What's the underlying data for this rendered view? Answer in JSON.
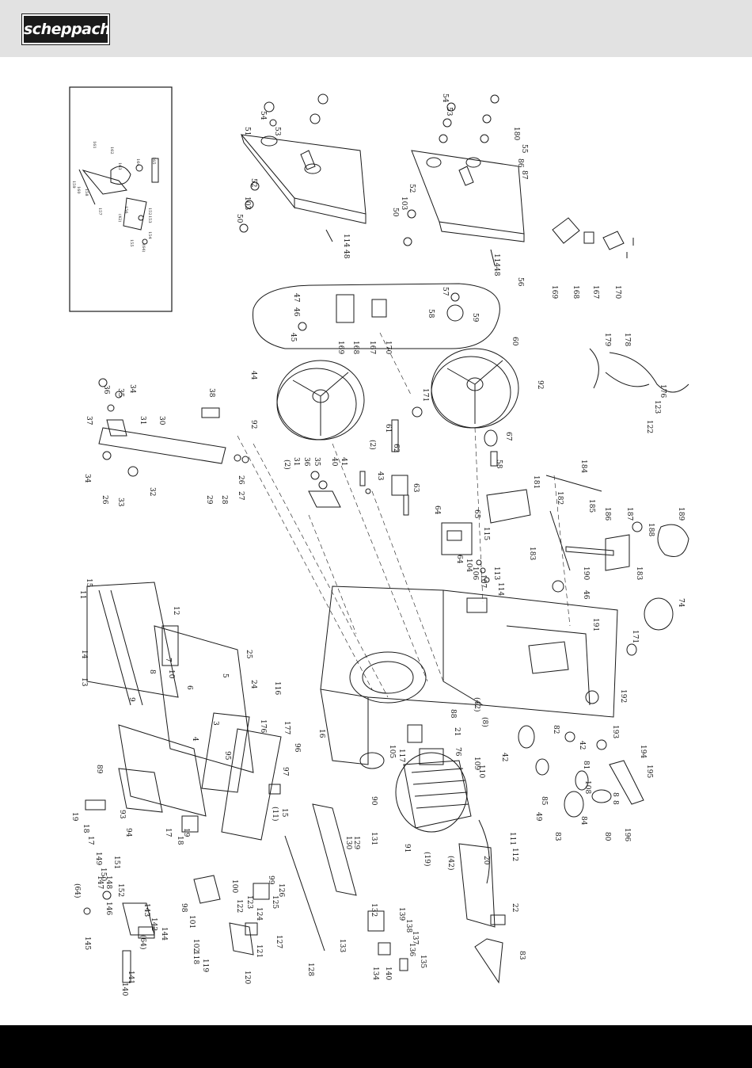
{
  "brand": {
    "logo_text": "scheppach",
    "header_color": "#e2e2e2",
    "footer_color": "#000000"
  },
  "diagram": {
    "inset_labels": [
      "161",
      "162",
      "163",
      "164",
      "165",
      "159",
      "160",
      "158",
      "156",
      "157",
      "152",
      "153",
      "154",
      "155",
      "(42)",
      "(64)"
    ],
    "part_labels": [
      {
        "t": "54"
      },
      {
        "t": "53"
      },
      {
        "t": "51"
      },
      {
        "t": "52"
      },
      {
        "t": "103"
      },
      {
        "t": "50"
      },
      {
        "t": "114"
      },
      {
        "t": "48"
      },
      {
        "t": "54"
      },
      {
        "t": "53"
      },
      {
        "t": "180"
      },
      {
        "t": "55"
      },
      {
        "t": "86"
      },
      {
        "t": "87"
      },
      {
        "t": "52"
      },
      {
        "t": "103"
      },
      {
        "t": "50"
      },
      {
        "t": "114"
      },
      {
        "t": "48"
      },
      {
        "t": "56"
      },
      {
        "t": "47"
      },
      {
        "t": "46"
      },
      {
        "t": "45"
      },
      {
        "t": "169"
      },
      {
        "t": "168"
      },
      {
        "t": "167"
      },
      {
        "t": "170"
      },
      {
        "t": "57"
      },
      {
        "t": "58"
      },
      {
        "t": "59"
      },
      {
        "t": "169"
      },
      {
        "t": "168"
      },
      {
        "t": "167"
      },
      {
        "t": "170"
      },
      {
        "t": "179"
      },
      {
        "t": "178"
      },
      {
        "t": "176"
      },
      {
        "t": "123"
      },
      {
        "t": "122"
      },
      {
        "t": "44"
      },
      {
        "t": "92"
      },
      {
        "t": "60"
      },
      {
        "t": "92"
      },
      {
        "t": "171"
      },
      {
        "t": "61"
      },
      {
        "t": "62"
      },
      {
        "t": "58"
      },
      {
        "t": "67"
      },
      {
        "t": "36"
      },
      {
        "t": "35"
      },
      {
        "t": "34"
      },
      {
        "t": "37"
      },
      {
        "t": "31"
      },
      {
        "t": "30"
      },
      {
        "t": "38"
      },
      {
        "t": "34"
      },
      {
        "t": "26"
      },
      {
        "t": "33"
      },
      {
        "t": "32"
      },
      {
        "t": "29"
      },
      {
        "t": "28"
      },
      {
        "t": "27"
      },
      {
        "t": "26"
      },
      {
        "t": "(2)"
      },
      {
        "t": "31"
      },
      {
        "t": "36"
      },
      {
        "t": "35"
      },
      {
        "t": "40"
      },
      {
        "t": "41"
      },
      {
        "t": "(2)"
      },
      {
        "t": "43"
      },
      {
        "t": "63"
      },
      {
        "t": "181"
      },
      {
        "t": "184"
      },
      {
        "t": "182"
      },
      {
        "t": "185"
      },
      {
        "t": "186"
      },
      {
        "t": "187"
      },
      {
        "t": "188"
      },
      {
        "t": "189"
      },
      {
        "t": "183"
      },
      {
        "t": "190"
      },
      {
        "t": "46"
      },
      {
        "t": "183"
      },
      {
        "t": "64"
      },
      {
        "t": "65"
      },
      {
        "t": "115"
      },
      {
        "t": "113"
      },
      {
        "t": "114"
      },
      {
        "t": "64"
      },
      {
        "t": "104"
      },
      {
        "t": "106"
      },
      {
        "t": "107"
      },
      {
        "t": "15"
      },
      {
        "t": "11"
      },
      {
        "t": "12"
      },
      {
        "t": "14"
      },
      {
        "t": "13"
      },
      {
        "t": "7"
      },
      {
        "t": "8"
      },
      {
        "t": "9"
      },
      {
        "t": "10"
      },
      {
        "t": "6"
      },
      {
        "t": "5"
      },
      {
        "t": "3"
      },
      {
        "t": "4"
      },
      {
        "t": "25"
      },
      {
        "t": "24"
      },
      {
        "t": "116"
      },
      {
        "t": "16"
      },
      {
        "t": "191"
      },
      {
        "t": "74"
      },
      {
        "t": "171"
      },
      {
        "t": "192"
      },
      {
        "t": "193"
      },
      {
        "t": "194"
      },
      {
        "t": "195"
      },
      {
        "t": "196"
      },
      {
        "t": "89"
      },
      {
        "t": "19"
      },
      {
        "t": "18"
      },
      {
        "t": "17"
      },
      {
        "t": "93"
      },
      {
        "t": "94"
      },
      {
        "t": "149"
      },
      {
        "t": "150"
      },
      {
        "t": "151"
      },
      {
        "t": "152"
      },
      {
        "t": "17"
      },
      {
        "t": "18"
      },
      {
        "t": "19"
      },
      {
        "t": "95"
      },
      {
        "t": "177"
      },
      {
        "t": "176"
      },
      {
        "t": "96"
      },
      {
        "t": "97"
      },
      {
        "t": "15"
      },
      {
        "t": "(11)"
      },
      {
        "t": "88"
      },
      {
        "t": "21"
      },
      {
        "t": "(42)"
      },
      {
        "t": "(8)"
      },
      {
        "t": "76"
      },
      {
        "t": "109"
      },
      {
        "t": "110"
      },
      {
        "t": "105"
      },
      {
        "t": "117"
      },
      {
        "t": "90"
      },
      {
        "t": "91"
      },
      {
        "t": "82"
      },
      {
        "t": "42"
      },
      {
        "t": "42"
      },
      {
        "t": "85"
      },
      {
        "t": "49"
      },
      {
        "t": "81"
      },
      {
        "t": "108"
      },
      {
        "t": "84"
      },
      {
        "t": "83"
      },
      {
        "t": "80"
      },
      {
        "t": "8"
      },
      {
        "t": "8"
      },
      {
        "t": "129"
      },
      {
        "t": "130"
      },
      {
        "t": "131"
      },
      {
        "t": "111"
      },
      {
        "t": "112"
      },
      {
        "t": "20"
      },
      {
        "t": "(42)"
      },
      {
        "t": "(19)"
      },
      {
        "t": "22"
      },
      {
        "t": "83"
      },
      {
        "t": "(64)"
      },
      {
        "t": "145"
      },
      {
        "t": "146"
      },
      {
        "t": "147"
      },
      {
        "t": "148"
      },
      {
        "t": "144"
      },
      {
        "t": "143"
      },
      {
        "t": "142"
      },
      {
        "t": "(64)"
      },
      {
        "t": "141"
      },
      {
        "t": "140"
      },
      {
        "t": "98"
      },
      {
        "t": "101"
      },
      {
        "t": "100"
      },
      {
        "t": "99"
      },
      {
        "t": "102"
      },
      {
        "t": "118"
      },
      {
        "t": "119"
      },
      {
        "t": "120"
      },
      {
        "t": "121"
      },
      {
        "t": "122"
      },
      {
        "t": "123"
      },
      {
        "t": "124"
      },
      {
        "t": "125"
      },
      {
        "t": "126"
      },
      {
        "t": "127"
      },
      {
        "t": "128"
      },
      {
        "t": "132"
      },
      {
        "t": "133"
      },
      {
        "t": "139"
      },
      {
        "t": "138"
      },
      {
        "t": "137"
      },
      {
        "t": "136"
      },
      {
        "t": "135"
      },
      {
        "t": "134"
      },
      {
        "t": "140"
      }
    ]
  }
}
